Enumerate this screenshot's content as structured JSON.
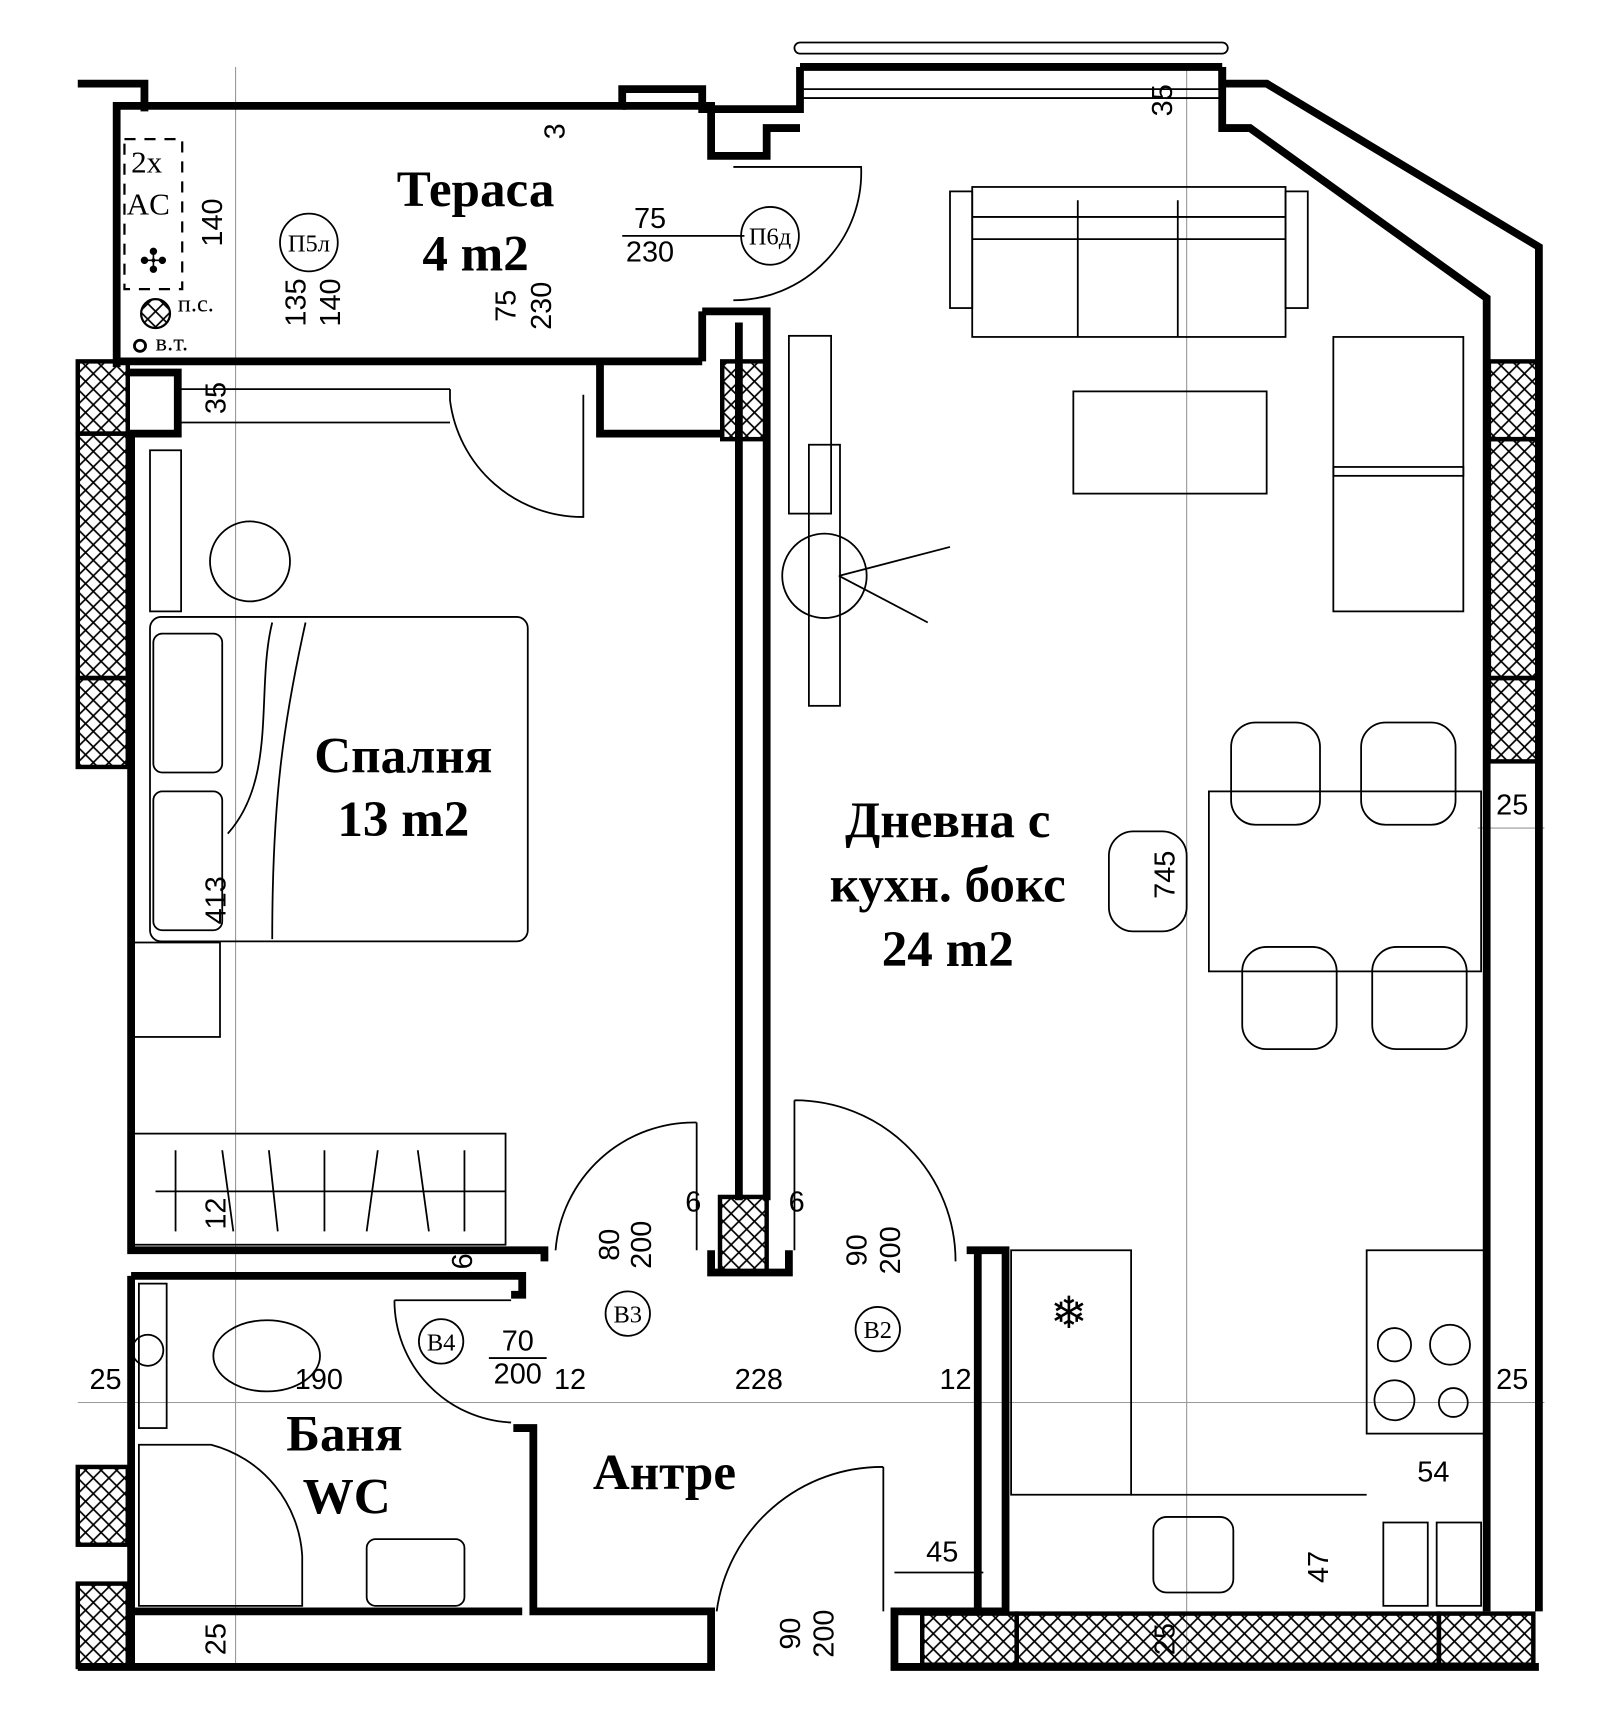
{
  "rooms": {
    "terrace": {
      "name": "Тераса",
      "area": "4 m2"
    },
    "bedroom": {
      "name": "Спалня",
      "area": "13 m2"
    },
    "living": {
      "name_line1": "Дневна с",
      "name_line2": "кухн. бокс",
      "area": "24 m2"
    },
    "bathroom": {
      "name_line1": "Баня",
      "name_line2": "WC"
    },
    "hall": {
      "name": "Антре"
    }
  },
  "door_tags": {
    "p5": "П5л",
    "p6": "П6д",
    "b2": "В2",
    "b3": "В3",
    "b4": "В4"
  },
  "annotations": {
    "ac_count": "2x",
    "ac": "AC",
    "ps": "п.с.",
    "vt": "в.т."
  },
  "dimensions": {
    "terrace_top": "3",
    "window_top": "35",
    "ac_height": "140",
    "p5_w": "135",
    "p5_h": "140",
    "terrace_opening_w": "75",
    "terrace_opening_h": "230",
    "p6_w": "75",
    "p6_h": "230",
    "bedroom_window": "35",
    "bed_len": "413",
    "wardrobe": "12",
    "col_left": "6",
    "col_right": "6",
    "bath_corner": "6",
    "b3_w": "80",
    "b3_h": "200",
    "b2_w": "90",
    "b2_h": "200",
    "b4_w": "70",
    "b4_h": "200",
    "left_wall": "25",
    "bath_width": "190",
    "hall_left": "12",
    "hall_width": "228",
    "hall_right": "12",
    "right_wall_low": "25",
    "right_wall_high": "25",
    "table": "745",
    "kitchen_54": "54",
    "kitchen_47": "47",
    "entry_45": "45",
    "entry_w": "90",
    "entry_h": "200",
    "bottom_bath": "25",
    "bottom_living": "25"
  },
  "colors": {
    "walls": "#000000",
    "background": "#ffffff",
    "gridlines": "#999999"
  }
}
